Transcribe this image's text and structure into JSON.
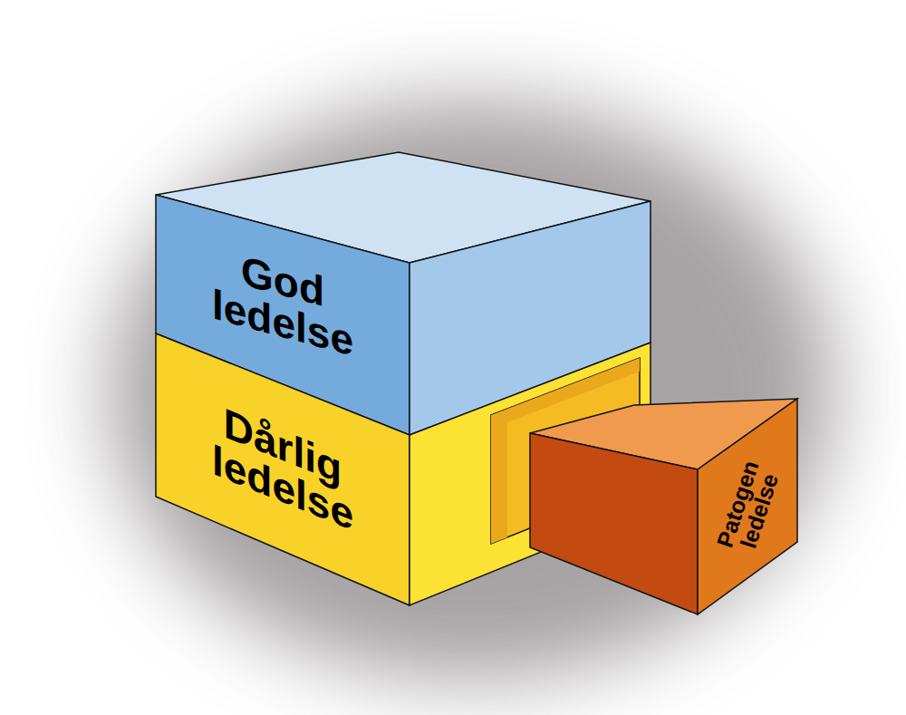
{
  "diagram": {
    "nodes": [
      {
        "text": [
          "God ledelse"
        ]
      },
      {
        "text": [
          "Dårlig ledelse"
        ]
      },
      {
        "text": [
          "Patogen ledelse"
        ]
      }
    ]
  }
}
